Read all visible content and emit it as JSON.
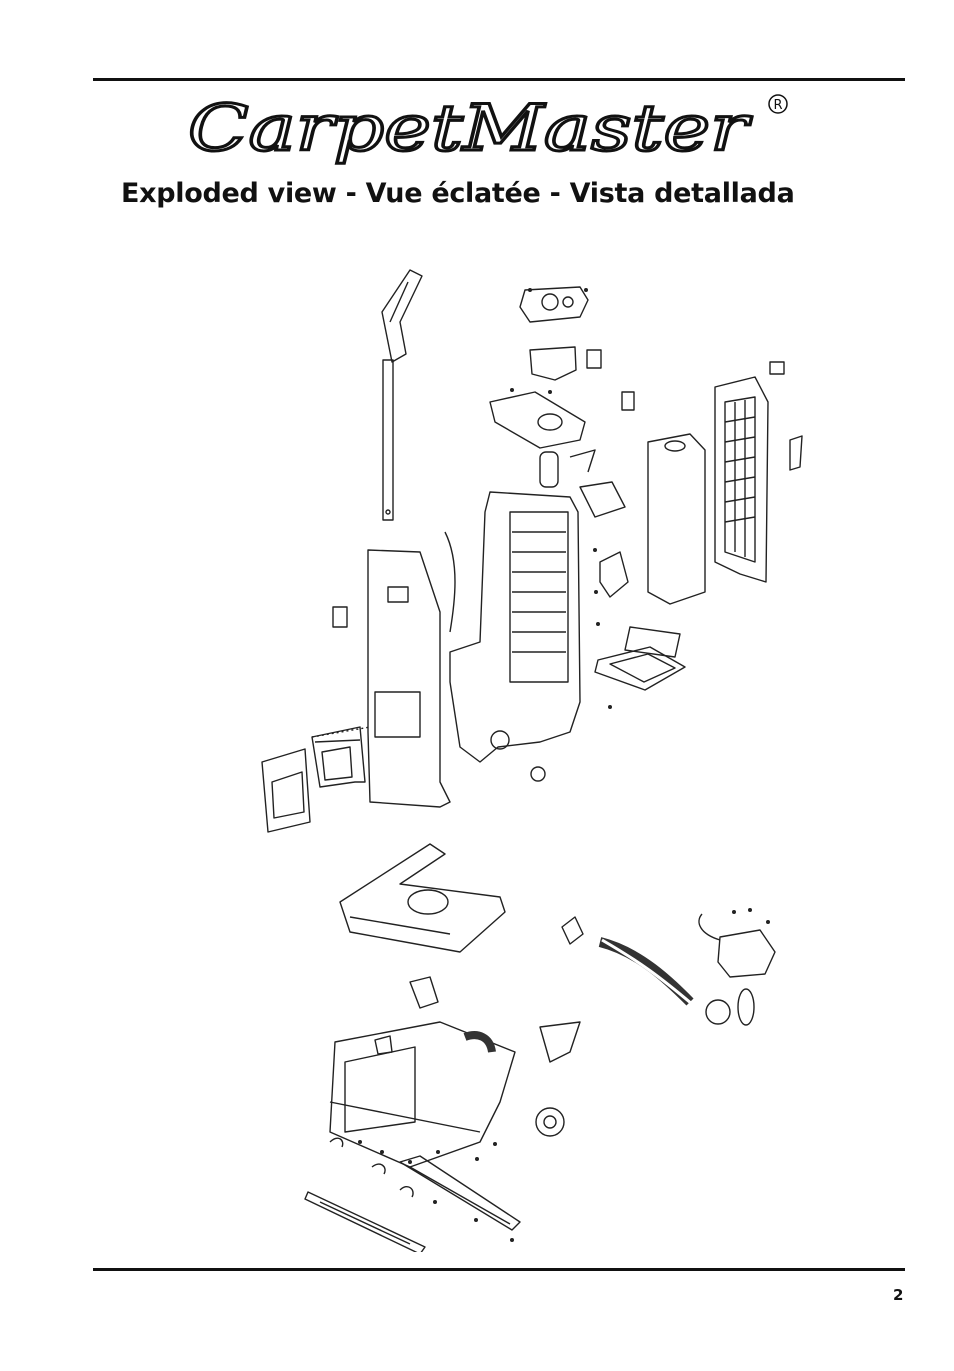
{
  "brand": {
    "name": "CarpetMaster",
    "registered_mark": "®"
  },
  "header": {
    "title": "Exploded view - Vue éclatée - Vista detallada"
  },
  "figure": {
    "icon": "vacuum-exploded-view-drawing"
  },
  "footer": {
    "page_number": "2"
  }
}
